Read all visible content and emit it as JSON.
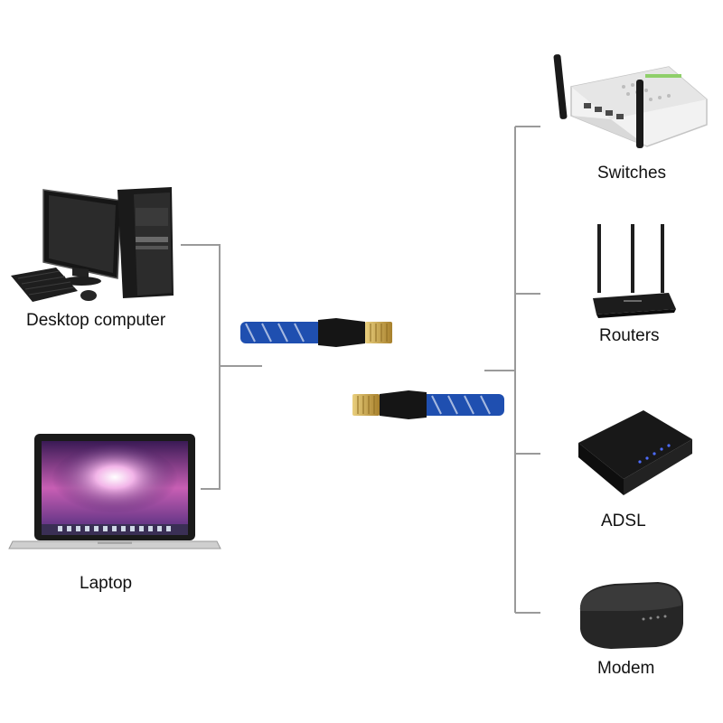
{
  "labels": {
    "desktop": "Desktop computer",
    "laptop": "Laptop",
    "switches": "Switches",
    "routers": "Routers",
    "adsl": "ADSL",
    "modem": "Modem"
  },
  "colors": {
    "line": "#9a9a9a",
    "cable": "#1f4fb0",
    "device": "#1b1b1b",
    "gold": "#c9a545"
  }
}
